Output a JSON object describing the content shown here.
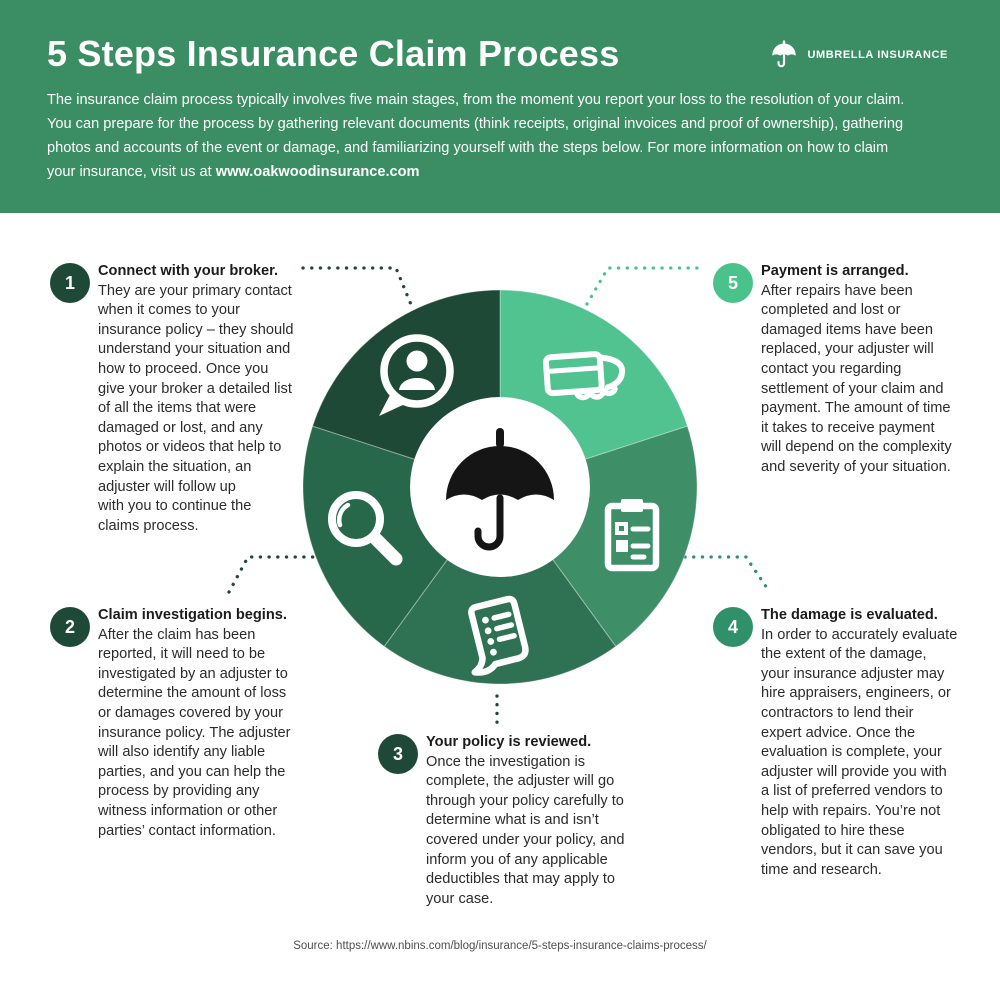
{
  "header": {
    "title": "5 Steps Insurance Claim Process",
    "brand_name": "UMBRELLA INSURANCE",
    "background_color": "#3b8e63",
    "intro_text": "The insurance claim process typically involves five main stages, from the moment you report your loss to the resolution of your claim.\nYou can prepare for the process by gathering relevant documents (think receipts, original invoices and proof of ownership), gathering\nphotos and accounts of the event or damage, and familiarizing yourself with the steps below. For more information on how to claim\nyour insurance, visit us at ",
    "intro_link": "www.oakwoodinsurance.com"
  },
  "steps": [
    {
      "num": "1",
      "title": "Connect with your broker.",
      "body": "They are your primary contact when it comes to your insurance policy – they should understand your situation and how to proceed. Once you give your broker a detailed list of all the items that were damaged or lost, and any photos or videos that help to explain the situation, an adjuster will follow up\nwith you to continue the claims process.",
      "badge_color": "#1e4936",
      "connector_color": "#1e4936",
      "icon": "speech-bubble-person-icon"
    },
    {
      "num": "2",
      "title": "Claim investigation begins.",
      "body": "After the claim has been reported, it will need to be investigated by an adjuster to determine the amount of loss or damages covered by your insurance policy. The adjuster will also identify any liable parties, and you can help the process by providing any witness information or other parties’ contact information.",
      "badge_color": "#1e4936",
      "connector_color": "#1e4936",
      "icon": "magnifying-glass-icon"
    },
    {
      "num": "3",
      "title": "Your policy is reviewed.",
      "body": "Once the investigation is complete, the adjuster will go through your policy carefully to determine what is and isn’t covered under your policy, and inform you of any applicable deductibles that may apply to your case.",
      "badge_color": "#1e4936",
      "connector_color": "#1e4936",
      "icon": "receipt-document-icon"
    },
    {
      "num": "4",
      "title": "The damage is evaluated.",
      "body": "In order to accurately evaluate the extent of the damage, your insurance adjuster may hire appraisers, engineers, or contractors to lend their expert advice. Once the evaluation is complete, your adjuster will provide you with a list of preferred vendors to help with repairs. You’re not obligated to hire these vendors, but it can save you time and research.",
      "badge_color": "#2f9069",
      "connector_color": "#2f9069",
      "icon": "clipboard-checklist-icon"
    },
    {
      "num": "5",
      "title": "Payment is arranged.",
      "body": "After repairs have been completed and lost or damaged items have been replaced, your adjuster will contact you regarding settlement of your claim and payment. The amount of time it takes to receive payment will depend on the complexity and severity of your situation.",
      "badge_color": "#4ac28b",
      "connector_color": "#4ac28b",
      "icon": "hand-credit-card-icon"
    }
  ],
  "wheel": {
    "center_icon": "umbrella-icon",
    "center_icon_color": "#151515",
    "segments": [
      {
        "step": "1",
        "color": "#1e4936"
      },
      {
        "step": "2",
        "color": "#27684b"
      },
      {
        "step": "3",
        "color": "#2e7253"
      },
      {
        "step": "4",
        "color": "#3e8e68"
      },
      {
        "step": "5",
        "color": "#50c390"
      }
    ]
  },
  "footer": {
    "source": "Source: https://www.nbins.com/blog/insurance/5-steps-insurance-claims-process/"
  }
}
